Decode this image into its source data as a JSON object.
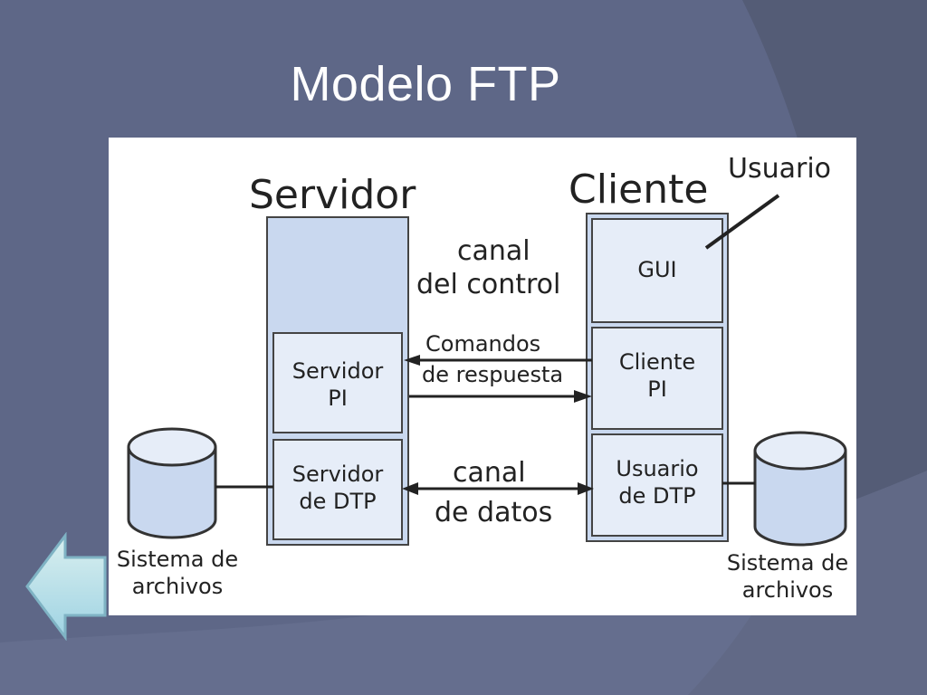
{
  "slide": {
    "title": "Modelo FTP"
  },
  "diagram": {
    "server_title": "Servidor",
    "client_title": "Cliente",
    "user_label": "Usuario",
    "control_channel": [
      "canal",
      "del control"
    ],
    "commands_label": [
      "Comandos",
      "de respuesta"
    ],
    "data_channel": [
      "canal",
      "de datos"
    ],
    "server_pi": [
      "Servidor",
      "PI"
    ],
    "server_dtp": [
      "Servidor",
      "de DTP"
    ],
    "client_gui": "GUI",
    "client_pi": [
      "Cliente",
      "PI"
    ],
    "user_dtp": [
      "Usuario",
      "de DTP"
    ],
    "fs_left": [
      "Sistema de",
      "archivos"
    ],
    "fs_right": [
      "Sistema de",
      "archivos"
    ]
  },
  "colors": {
    "background": "#5e6787",
    "box_fill": "#c9d8ef",
    "box_inner": "#e6edf8",
    "arrow": "#9fd3e3"
  },
  "nav": {
    "back_icon": "left-arrow-icon"
  }
}
